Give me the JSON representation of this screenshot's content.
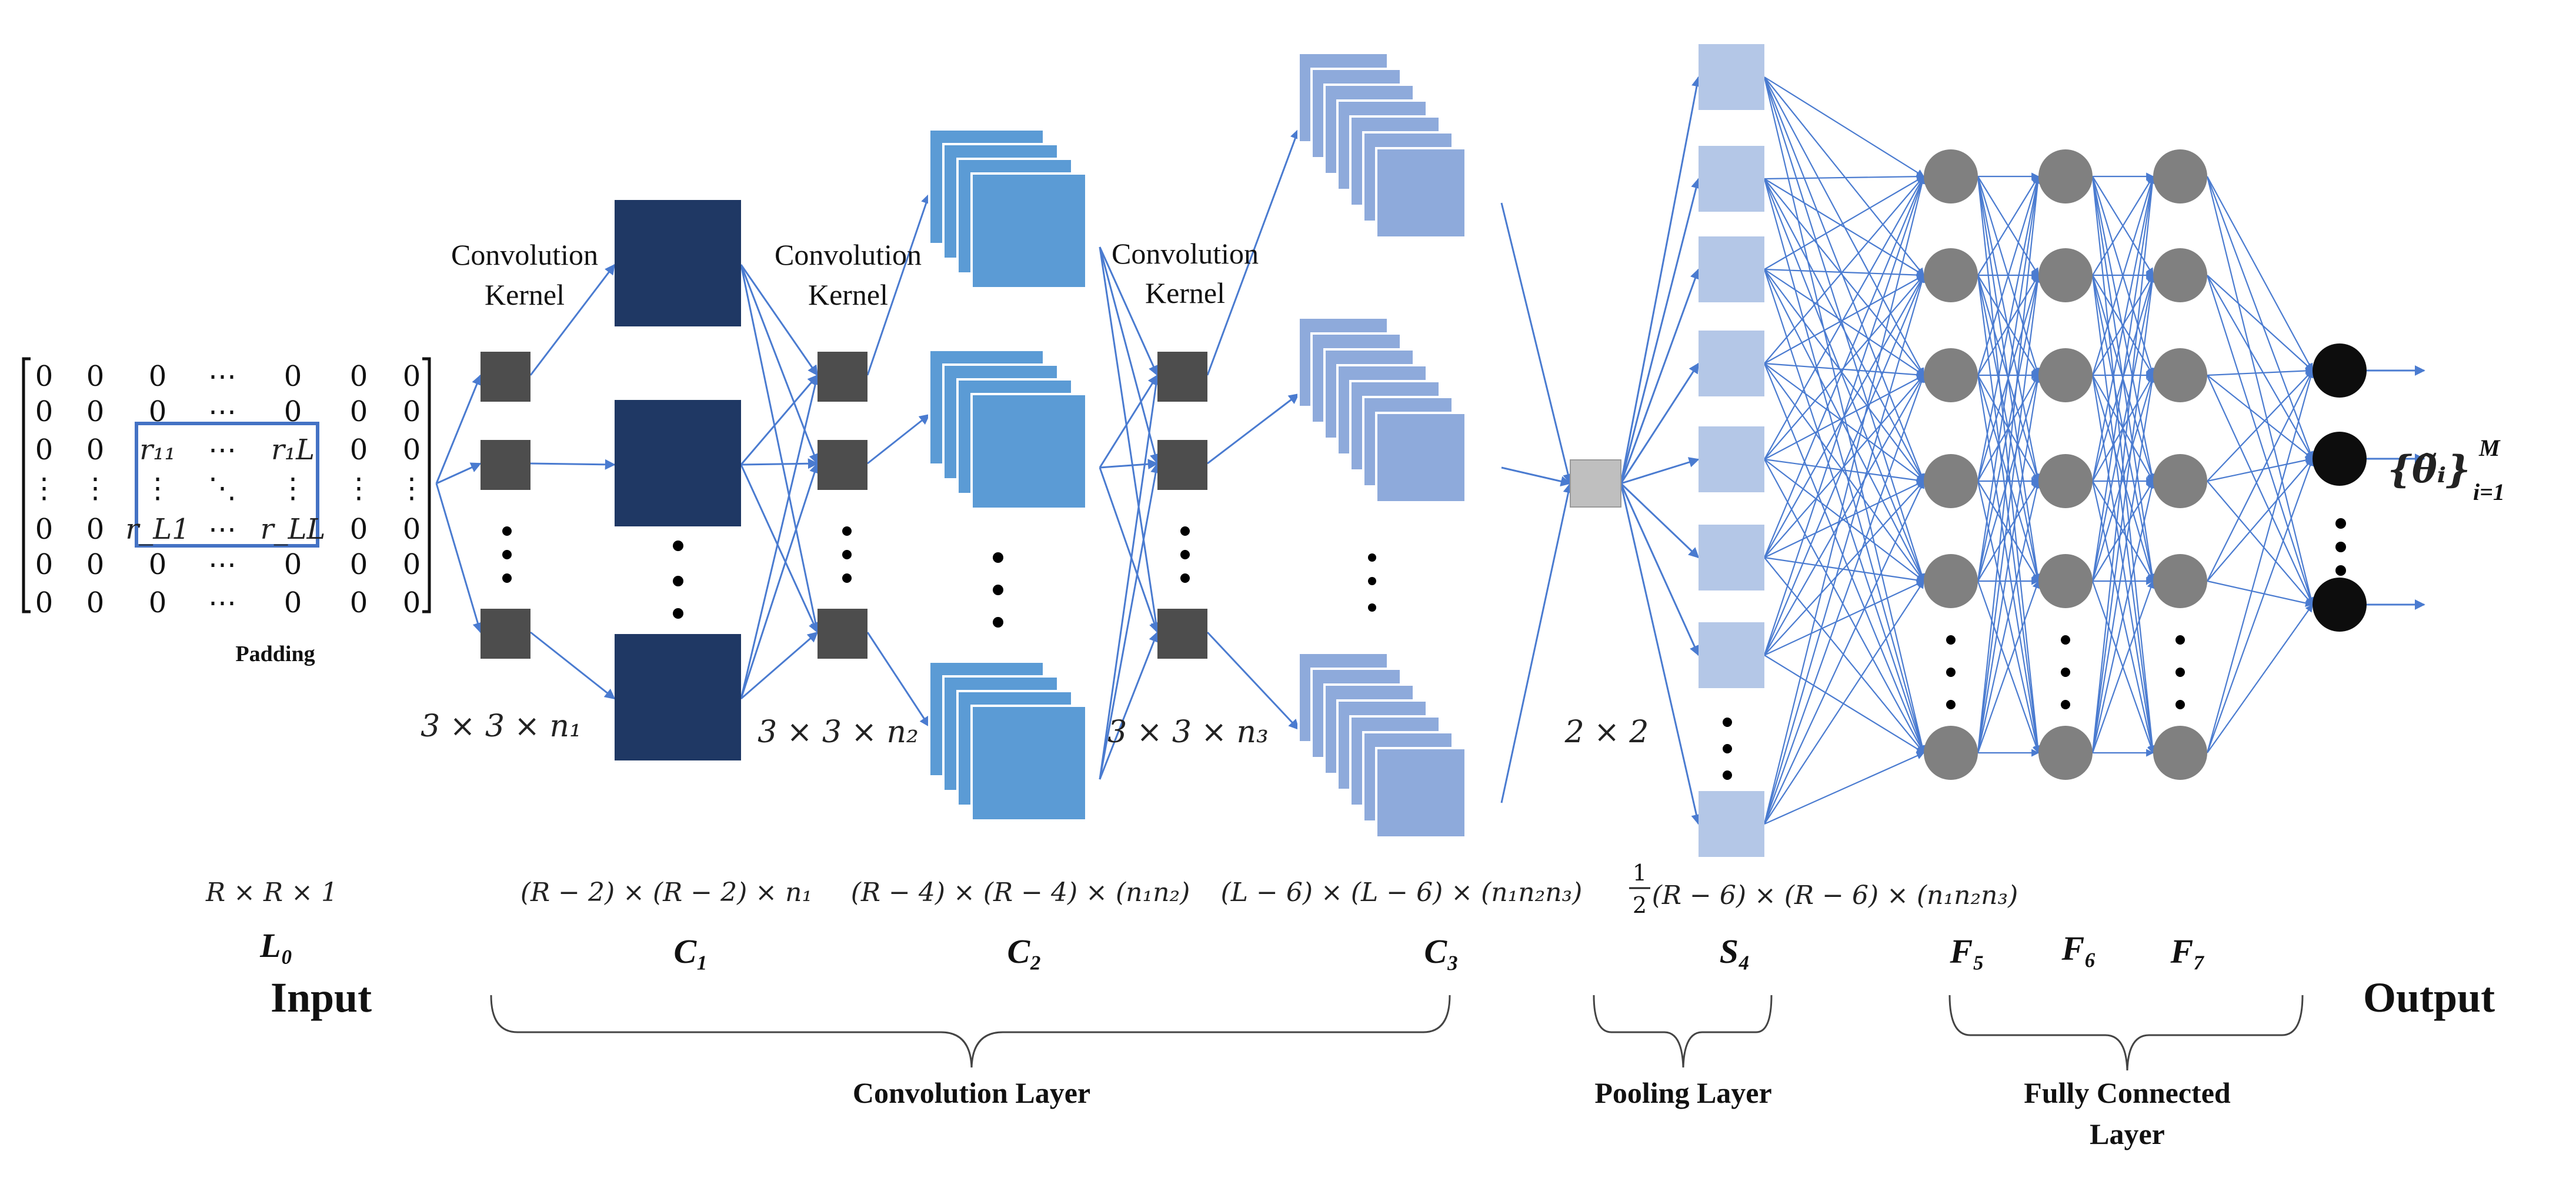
{
  "colors": {
    "edge": "#4a7bd0",
    "kernel": "#4d4d4d",
    "c1": "#1f3864",
    "c2": "#5b9bd5",
    "c3": "#8eaadb",
    "s4": "#b4c7e7",
    "pool": "#bfbfbf",
    "fc_node": "#808080",
    "out_node": "#0d0d0d"
  },
  "input": {
    "matrix_rows": [
      [
        "0",
        "0",
        "0",
        "⋯",
        "0",
        "0",
        "0"
      ],
      [
        "0",
        "0",
        "0",
        "⋯",
        "0",
        "0",
        "0"
      ],
      [
        "0",
        "0",
        "r₁₁",
        "⋯",
        "r₁L",
        "0",
        "0"
      ],
      [
        "⋮",
        "⋮",
        "⋮",
        "⋱",
        "⋮",
        "⋮",
        "⋮"
      ],
      [
        "0",
        "0",
        "r_L1",
        "⋯",
        "r_LL",
        "0",
        "0"
      ],
      [
        "0",
        "0",
        "0",
        "⋯",
        "0",
        "0",
        "0"
      ],
      [
        "0",
        "0",
        "0",
        "⋯",
        "0",
        "0",
        "0"
      ]
    ],
    "padding_label": "Padding",
    "dims": "R × R × 1",
    "layer_label": "L₀",
    "title": "Input"
  },
  "kernel_label_top": "Convolution",
  "kernel_label_bottom": "Kernel",
  "kernels": [
    {
      "size": "3 × 3 × n₁"
    },
    {
      "size": "3 × 3 × n₂"
    },
    {
      "size": "3 × 3 × n₃"
    }
  ],
  "layers": {
    "c1": {
      "dims": "(R − 2) × (R − 2) × n₁",
      "label": "C₁"
    },
    "c2": {
      "dims": "(R − 4) × (R − 4) × (n₁n₂)",
      "label": "C₂"
    },
    "c3": {
      "dims": "(L − 6) × (L − 6) × (n₁n₂n₃)",
      "label": "C₃"
    },
    "s4": {
      "dims": "(R − 6) × (R − 6) × (n₁n₂n₃)",
      "frac_num": "1",
      "frac_den": "2",
      "label": "S₄"
    },
    "f5": {
      "label": "F₅"
    },
    "f6": {
      "label": "F₆"
    },
    "f7": {
      "label": "F₇"
    }
  },
  "pool_size": "2 × 2",
  "output": {
    "expr": "{θ̃ᵢ}",
    "sup": "M",
    "sub": "i=1",
    "title": "Output"
  },
  "groups": {
    "conv": "Convolution Layer",
    "pool": "Pooling Layer",
    "fc_line1": "Fully Connected",
    "fc_line2": "Layer"
  }
}
